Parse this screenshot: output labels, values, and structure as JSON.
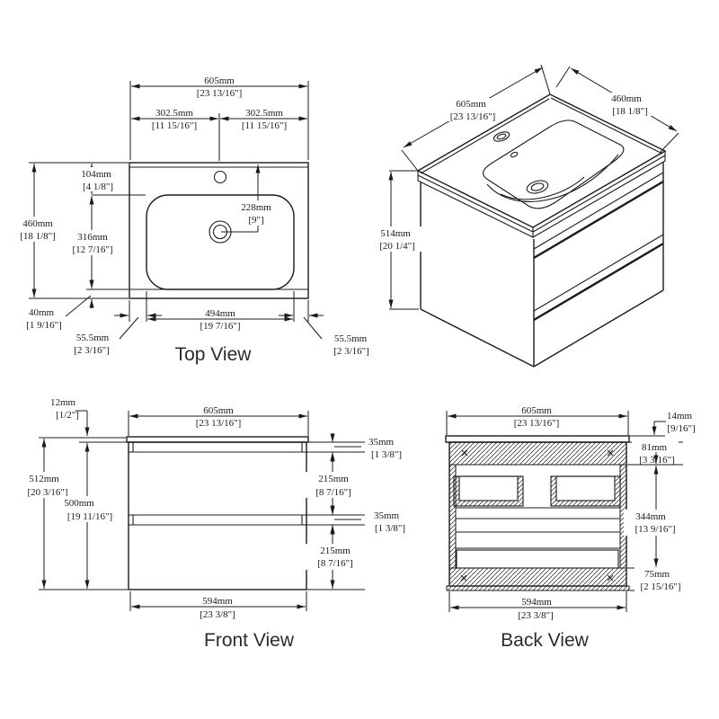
{
  "drawing_type": "bathroom vanity technical drawing",
  "colors": {
    "line": "#1b1b1b",
    "background": "#ffffff"
  },
  "views": {
    "top": {
      "label": "Top View",
      "dims": {
        "width_mm": "605mm",
        "width_in": "[23 13/16\"]",
        "half_left_mm": "302.5mm",
        "half_left_in": "[11 15/16\"]",
        "half_right_mm": "302.5mm",
        "half_right_in": "[11 15/16\"]",
        "depth_mm": "460mm",
        "depth_in": "[18 1/8\"]",
        "back_gap_mm": "104mm",
        "back_gap_in": "[4 1/8\"]",
        "basin_depth_mm": "316mm",
        "basin_depth_in": "[12 7/16\"]",
        "front_gap_mm": "40mm",
        "front_gap_in": "[1 9/16\"]",
        "side_gap_left_mm": "55.5mm",
        "side_gap_left_in": "[2 3/16\"]",
        "side_gap_right_mm": "55.5mm",
        "side_gap_right_in": "[2 3/16\"]",
        "basin_width_mm": "494mm",
        "basin_width_in": "[19 7/16\"]",
        "drain_offset_mm": "228mm",
        "drain_offset_in": "[9\"]"
      }
    },
    "iso": {
      "dims": {
        "width_mm": "605mm",
        "width_in": "[23 13/16\"]",
        "depth_mm": "460mm",
        "depth_in": "[18 1/8\"]",
        "height_mm": "514mm",
        "height_in": "[20 1/4\"]"
      }
    },
    "front": {
      "label": "Front View",
      "dims": {
        "width_mm": "605mm",
        "width_in": "[23 13/16\"]",
        "counter_mm": "12mm",
        "counter_in": "[1/2\"]",
        "total_h_mm": "512mm",
        "total_h_in": "[20 3/16\"]",
        "cab_h_mm": "500mm",
        "cab_h_in": "[19 11/16\"]",
        "rail1_mm": "35mm",
        "rail1_in": "[1 3/8\"]",
        "drawer1_mm": "215mm",
        "drawer1_in": "[8 7/16\"]",
        "rail2_mm": "35mm",
        "rail2_in": "[1 3/8\"]",
        "drawer2_mm": "215mm",
        "drawer2_in": "[8 7/16\"]",
        "bottom_w_mm": "594mm",
        "bottom_w_in": "[23 3/8\"]"
      }
    },
    "back": {
      "label": "Back View",
      "dims": {
        "width_mm": "605mm",
        "width_in": "[23 13/16\"]",
        "counter_mm": "14mm",
        "counter_in": "[9/16\"]",
        "top_band_mm": "81mm",
        "top_band_in": "[3 3/16\"]",
        "mid_mm": "344mm",
        "mid_in": "[13 9/16\"]",
        "bottom_band_mm": "75mm",
        "bottom_band_in": "[2 15/16\"]",
        "bottom_w_mm": "594mm",
        "bottom_w_in": "[23 3/8\"]"
      }
    }
  }
}
